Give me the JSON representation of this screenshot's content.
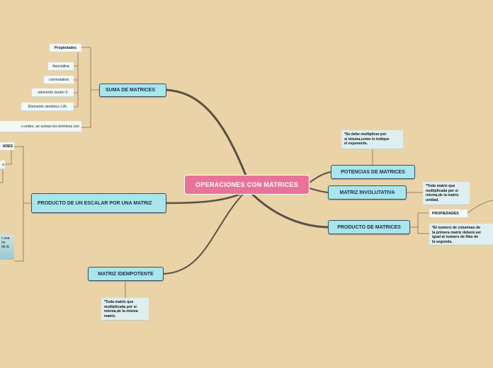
{
  "central": "OPERACIONES CON MATRICES",
  "branches": {
    "suma": {
      "title": "SUMA DE MATRICES",
      "propiedades": "Propiedades",
      "items": [
        "Asociativa",
        "conmutativa",
        "elemento neutro 0",
        "Elemento simétrico (-A)"
      ],
      "note": "o orden, se suman los terminos con"
    },
    "potencias": {
      "title": "POTENCIAS DE MATRICES",
      "note": [
        "*Se debe multiplicar por",
        "si misma,como lo indique",
        "el exponente."
      ]
    },
    "involutiva": {
      "title": "MATRIZ INVOLUTATIVA",
      "note": [
        "*Toda matriz que",
        "multiplicada por si",
        "misma,de la matriz",
        "unidad."
      ]
    },
    "producto": {
      "title": "PRODUCTO DE MATRICES",
      "propiedades": "PROPIEDADES",
      "note": [
        "*El numero de columnas de",
        "la primera matriz deberá ser",
        "igual al numero de filas de",
        "la segunda."
      ]
    },
    "escalar": {
      "title": "PRODUCTO DE UN ESCALAR POR UNA MATRIZ",
      "tag": "ADES",
      "leaf": "a",
      "clip": [
        "r una",
        "ho",
        "de la"
      ]
    },
    "idempotente": {
      "title": "MATRIZ IDEMPOTENTE",
      "note": [
        "*Toda matriz que",
        "multiplicada por si",
        "misma,de la misma",
        "matriz."
      ]
    }
  },
  "colors": {
    "background": "#ebd3a8",
    "central": "#e8739a",
    "main_node": "#a8e6ec",
    "connector": "#5a5048"
  }
}
